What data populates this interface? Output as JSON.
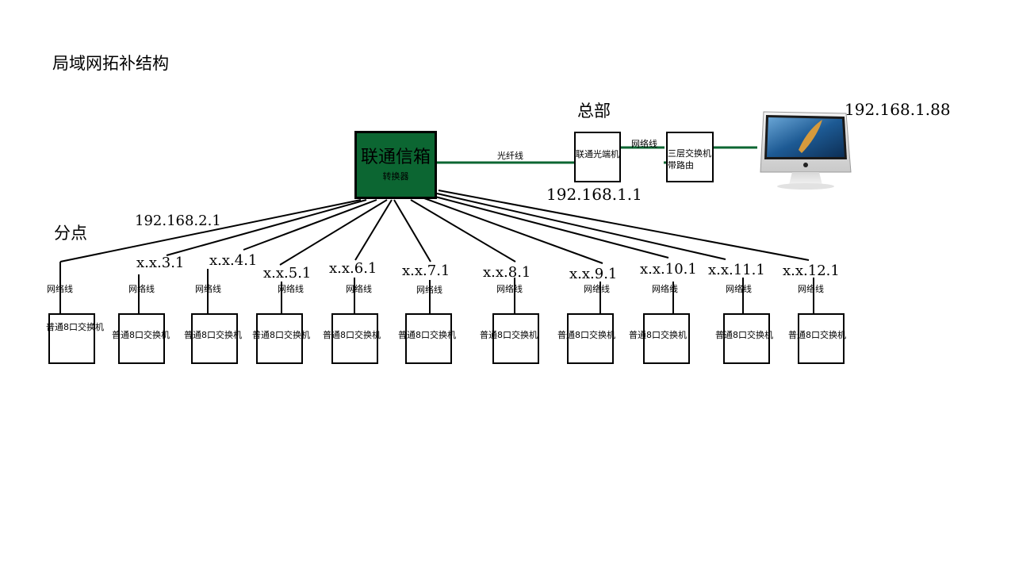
{
  "title": "局域网拓补结构",
  "sections": {
    "headquarters": "总部",
    "branches": "分点"
  },
  "hub": {
    "label": "联通信箱",
    "sublabel": "转换器",
    "color": "#0c6632"
  },
  "headquarters": {
    "fiber_label": "光纤线",
    "optical_terminal": {
      "label": "联通光端机",
      "ip": "192.168.1.1"
    },
    "network_cable_label": "网络线",
    "l3_switch": {
      "line1": "三层交换机",
      "line2": "带路由"
    },
    "computer": {
      "icon": "desktop-computer-icon",
      "ip": "192.168.1.88"
    },
    "link_color": "#0c6632"
  },
  "branches": [
    {
      "ip": "192.168.2.1",
      "cable": "网络线",
      "switch": "普通8口交换机"
    },
    {
      "ip": "x.x.3.1",
      "cable": "网络线",
      "switch": "普通8口交换机"
    },
    {
      "ip": "x.x.4.1",
      "cable": "网络线",
      "switch": "普通8口交换机"
    },
    {
      "ip": "x.x.5.1",
      "cable": "网络线",
      "switch": "普通8口交换机"
    },
    {
      "ip": "x.x.6.1",
      "cable": "网络线",
      "switch": "普通8口交换机"
    },
    {
      "ip": "x.x.7.1",
      "cable": "网络线",
      "switch": "普通8口交换机"
    },
    {
      "ip": "x.x.8.1",
      "cable": "网络线",
      "switch": "普通8口交换机"
    },
    {
      "ip": "x.x.9.1",
      "cable": "网络线",
      "switch": "普通8口交换机"
    },
    {
      "ip": "x.x.10.1",
      "cable": "网络线",
      "switch": "普通8口交换机"
    },
    {
      "ip": "x.x.11.1",
      "cable": "网络线",
      "switch": "普通8口交换机"
    },
    {
      "ip": "x.x.12.1",
      "cable": "网络线",
      "switch": "普通8口交换机"
    }
  ]
}
